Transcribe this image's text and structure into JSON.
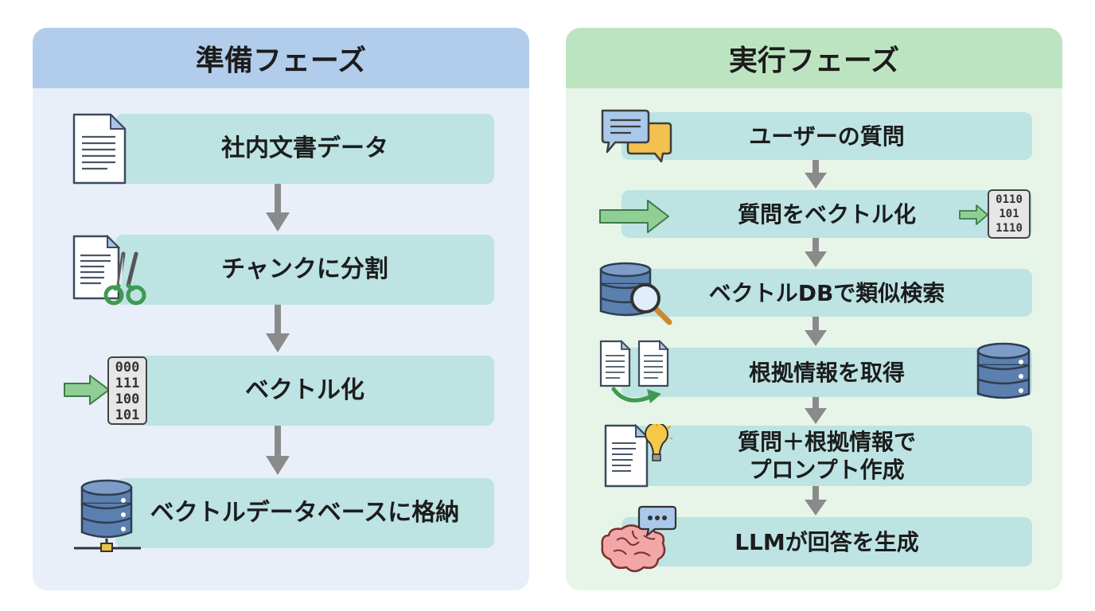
{
  "prep": {
    "title": "準備フェーズ",
    "steps": [
      "社内文書データ",
      "チャンクに分割",
      "ベクトル化",
      "ベクトルデータベースに格納"
    ],
    "bits": [
      [
        "0",
        "0",
        "0"
      ],
      [
        "1",
        "1",
        "1"
      ],
      [
        "1",
        "0",
        "0"
      ],
      [
        "1",
        "0",
        "1"
      ]
    ]
  },
  "exec": {
    "title": "実行フェーズ",
    "steps": [
      "ユーザーの質問",
      "質問をベクトル化",
      "ベクトルDBで類似検索",
      "根拠情報を取得",
      "質問＋根拠情報で",
      "プロンプト作成",
      "LLMが回答を生成"
    ],
    "bits": [
      [
        "0",
        "1",
        "1",
        "0"
      ],
      [
        "1",
        "0",
        "1"
      ],
      [
        "1",
        "1",
        "1",
        "0"
      ]
    ]
  },
  "colors": {
    "left_panel": "#e8eff9",
    "left_header": "#b2cceb",
    "right_panel": "#e6f5e8",
    "right_header": "#bde4c1",
    "step_box": "#bde3e3",
    "arrow": "#8a8a8a",
    "green_arrow": "#8fcf96",
    "db_blue": "#5b7fae"
  },
  "icons": [
    "document-icon",
    "document-scissors-icon",
    "binary-data-icon",
    "database-network-icon",
    "chat-bubbles-icon",
    "green-arrow-icon",
    "database-search-icon",
    "documents-arrow-icon",
    "database-icon",
    "document-lightbulb-icon",
    "brain-chat-icon"
  ]
}
